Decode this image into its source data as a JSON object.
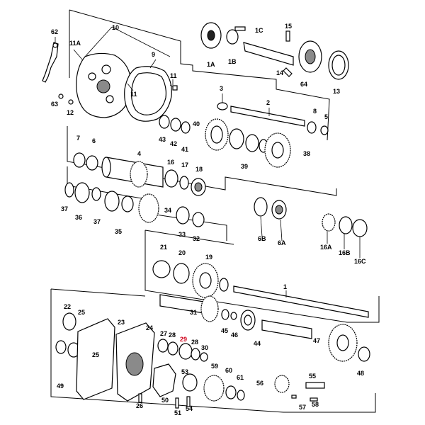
{
  "diagram": {
    "labels": {
      "p62": "62",
      "p10": "10",
      "p11A": "11A",
      "p9": "9",
      "p11a": "11",
      "p11b": "11",
      "p63": "63",
      "p12": "12",
      "p1C": "1C",
      "p15": "15",
      "p1A": "1A",
      "p1B": "1B",
      "p14": "14",
      "p64": "64",
      "p13": "13",
      "p3": "3",
      "p2": "2",
      "p8": "8",
      "p5": "5",
      "p40": "40",
      "p43": "43",
      "p42": "42",
      "p41": "41",
      "p39": "39",
      "p38": "38",
      "p7": "7",
      "p6": "6",
      "p4": "4",
      "p16": "16",
      "p17": "17",
      "p18": "18",
      "p37a": "37",
      "p36": "36",
      "p37b": "37",
      "p35": "35",
      "p34": "34",
      "p33": "33",
      "p32": "32",
      "p6B": "6B",
      "p6A": "6A",
      "p16A": "16A",
      "p16B": "16B",
      "p16C": "16C",
      "p21": "21",
      "p20": "20",
      "p19": "19",
      "p1": "1",
      "p31": "31",
      "p45": "45",
      "p46": "46",
      "p44": "44",
      "p47": "47",
      "p48": "48",
      "p22": "22",
      "p25a": "25",
      "p23": "23",
      "p24": "24",
      "p27": "27",
      "p28a": "28",
      "p29": "29",
      "p28b": "28",
      "p30": "30",
      "p49": "49",
      "p25b": "25",
      "p26": "26",
      "p50": "50",
      "p51": "51",
      "p53": "53",
      "p54": "54",
      "p59": "59",
      "p60": "60",
      "p61": "61",
      "p56": "56",
      "p55": "55",
      "p57": "57",
      "p58": "58"
    },
    "highlight_color": "#d0021b"
  }
}
